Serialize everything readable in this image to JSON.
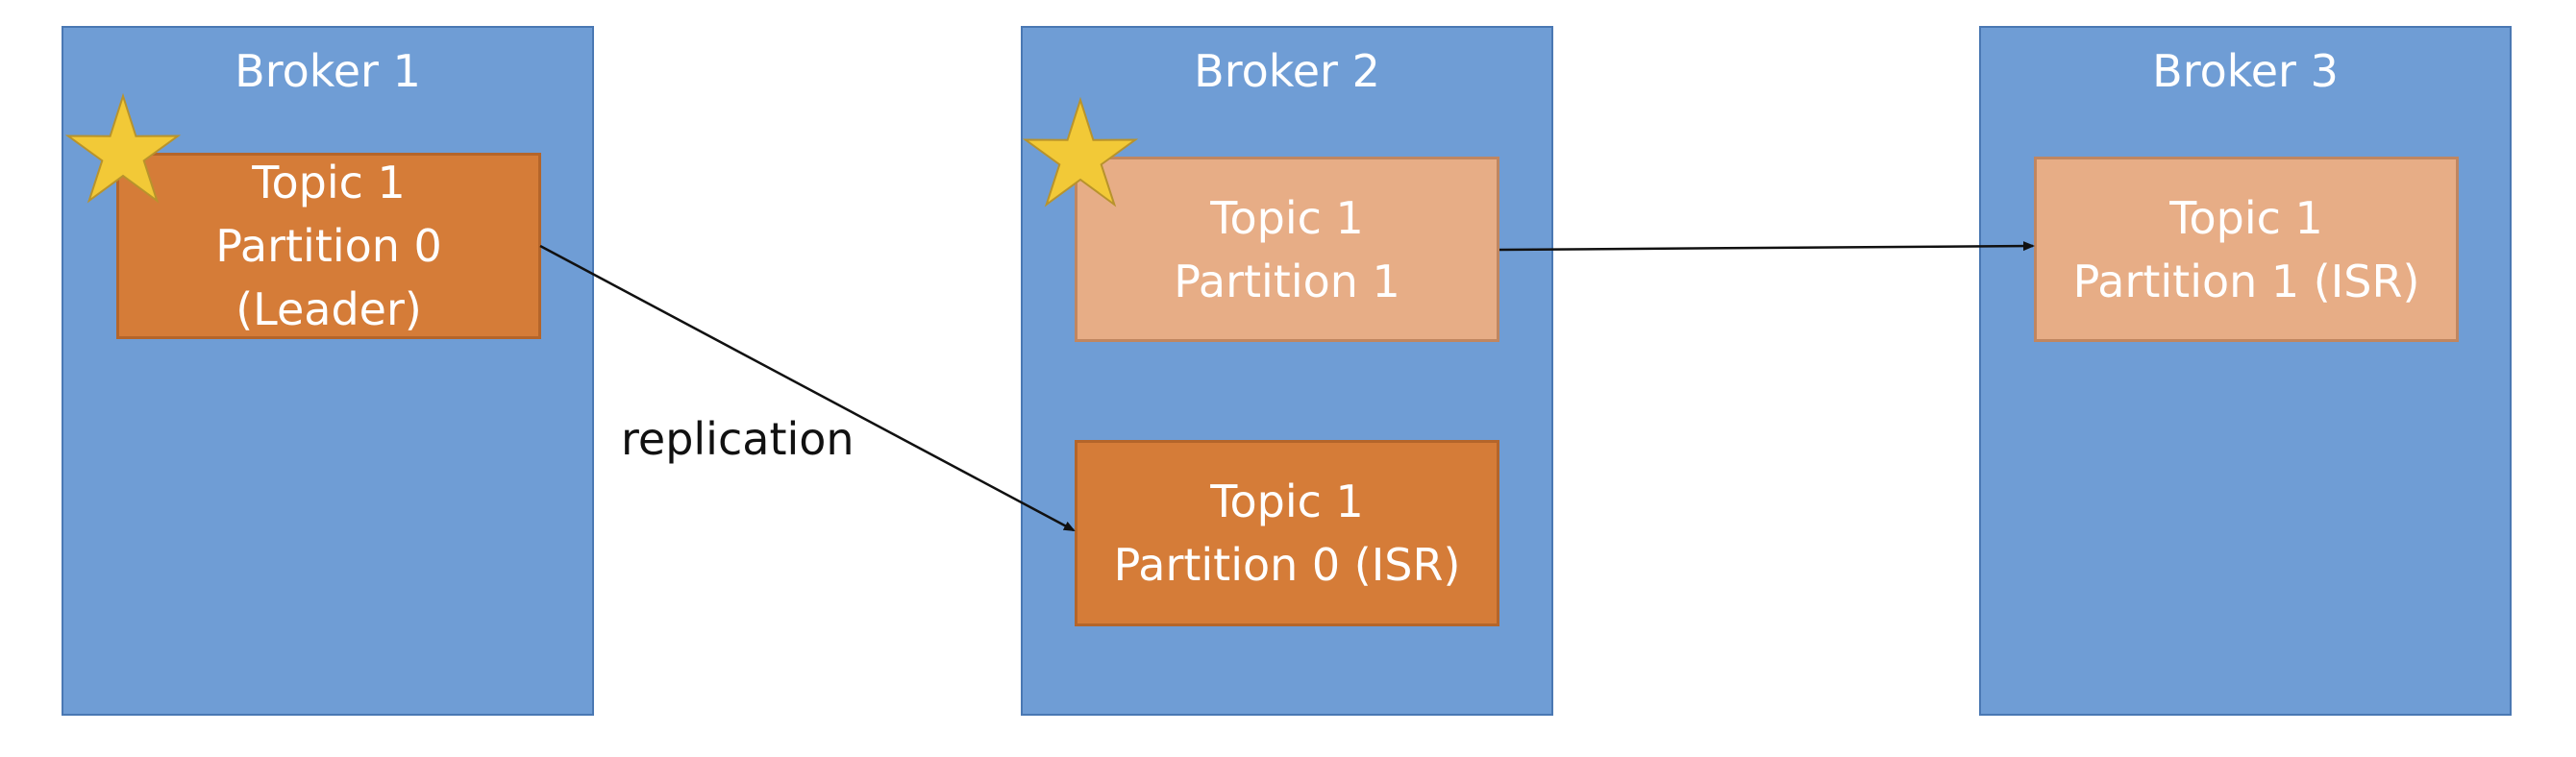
{
  "brokers": [
    {
      "title": "Broker 1"
    },
    {
      "title": "Broker 2"
    },
    {
      "title": "Broker 3"
    }
  ],
  "partitions": {
    "broker1_leader": {
      "lines": [
        "Topic 1",
        "Partition 0",
        "(Leader)"
      ]
    },
    "broker2_leader": {
      "lines": [
        "Topic 1",
        "Partition 1"
      ]
    },
    "broker2_isr": {
      "lines": [
        "Topic 1",
        "Partition 0 (ISR)"
      ]
    },
    "broker3_isr": {
      "lines": [
        "Topic 1",
        "Partition 1 (ISR)"
      ]
    }
  },
  "edges": {
    "replication_label": "replication"
  },
  "colors": {
    "broker_fill": "#6f9dd5",
    "leader_partition_fill": "#d57c38",
    "follower_partition_fill": "#e7ad86",
    "star_fill": "#f2c937"
  },
  "icons": {
    "leader_marker": "star-icon"
  }
}
